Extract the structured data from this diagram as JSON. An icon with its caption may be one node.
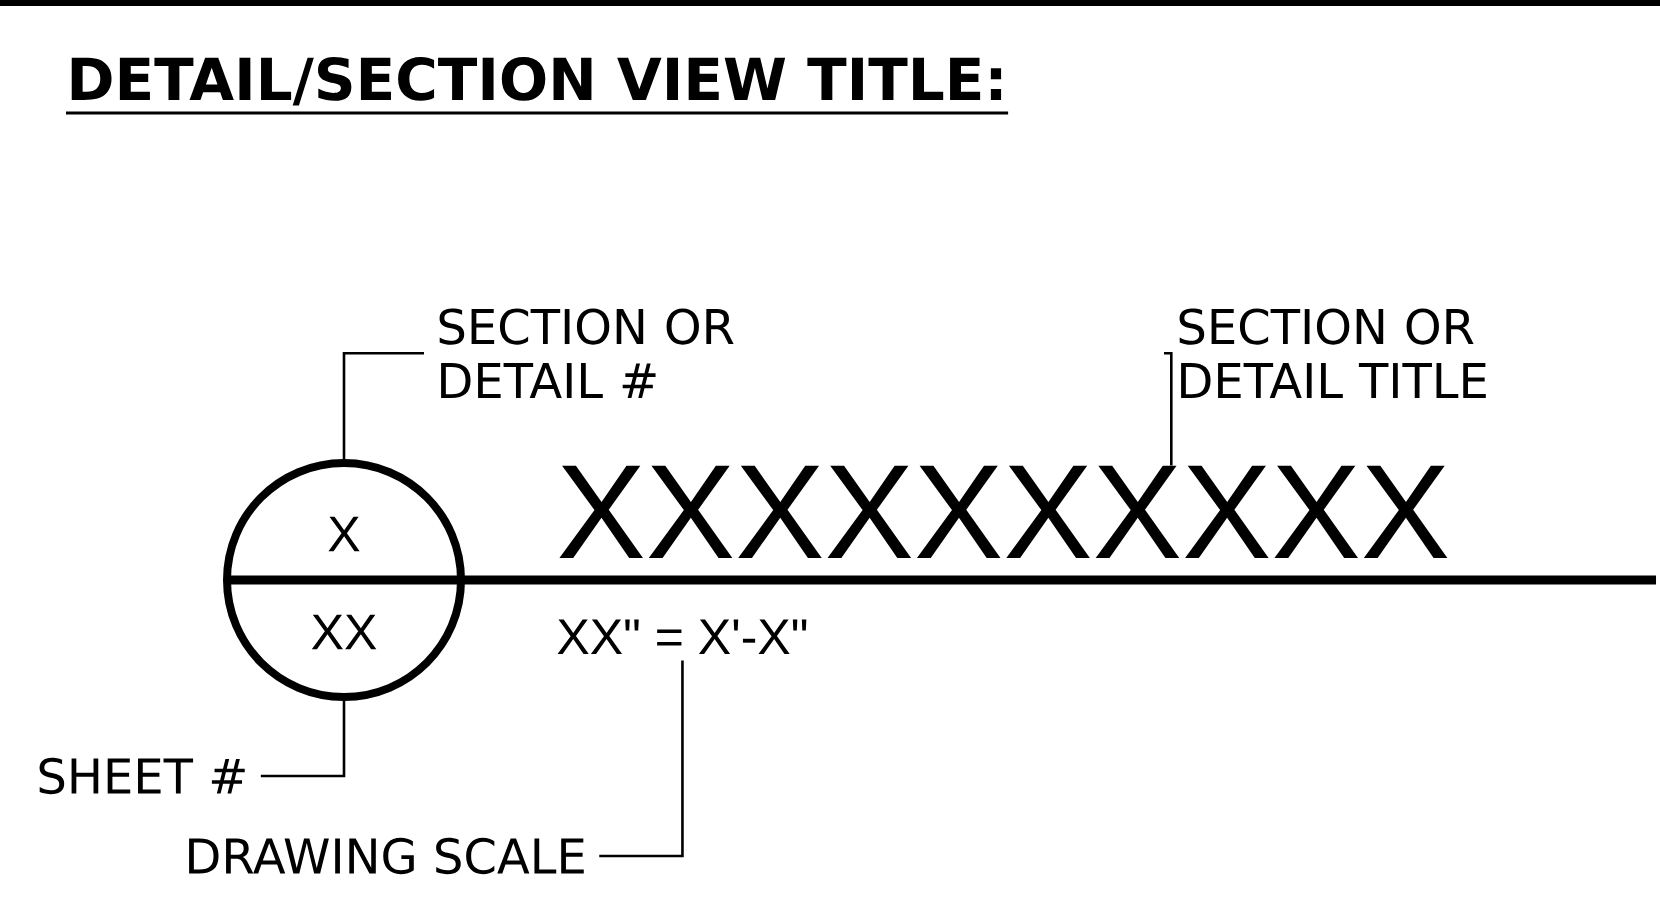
{
  "diagram": {
    "title": "DETAIL/SECTION VIEW TITLE:",
    "nodes": [
      {
        "text": [
          "X",
          "XX"
        ]
      },
      {
        "text": [
          "XXXXXXXXXX"
        ]
      },
      {
        "text": [
          "XX\" = X'-X\""
        ]
      },
      {
        "text": [
          "SECTION OR DETAIL #"
        ]
      },
      {
        "text": [
          "SECTION OR DETAIL TITLE"
        ]
      },
      {
        "text": [
          "SHEET #"
        ]
      },
      {
        "text": [
          "DRAWING SCALE"
        ]
      }
    ],
    "edges": [
      {
        "from": 3,
        "to": 0,
        "arrow": "none"
      },
      {
        "from": 4,
        "to": 1,
        "arrow": "none"
      },
      {
        "from": 5,
        "to": 0,
        "arrow": "none"
      },
      {
        "from": 6,
        "to": 2,
        "arrow": "none"
      }
    ]
  }
}
